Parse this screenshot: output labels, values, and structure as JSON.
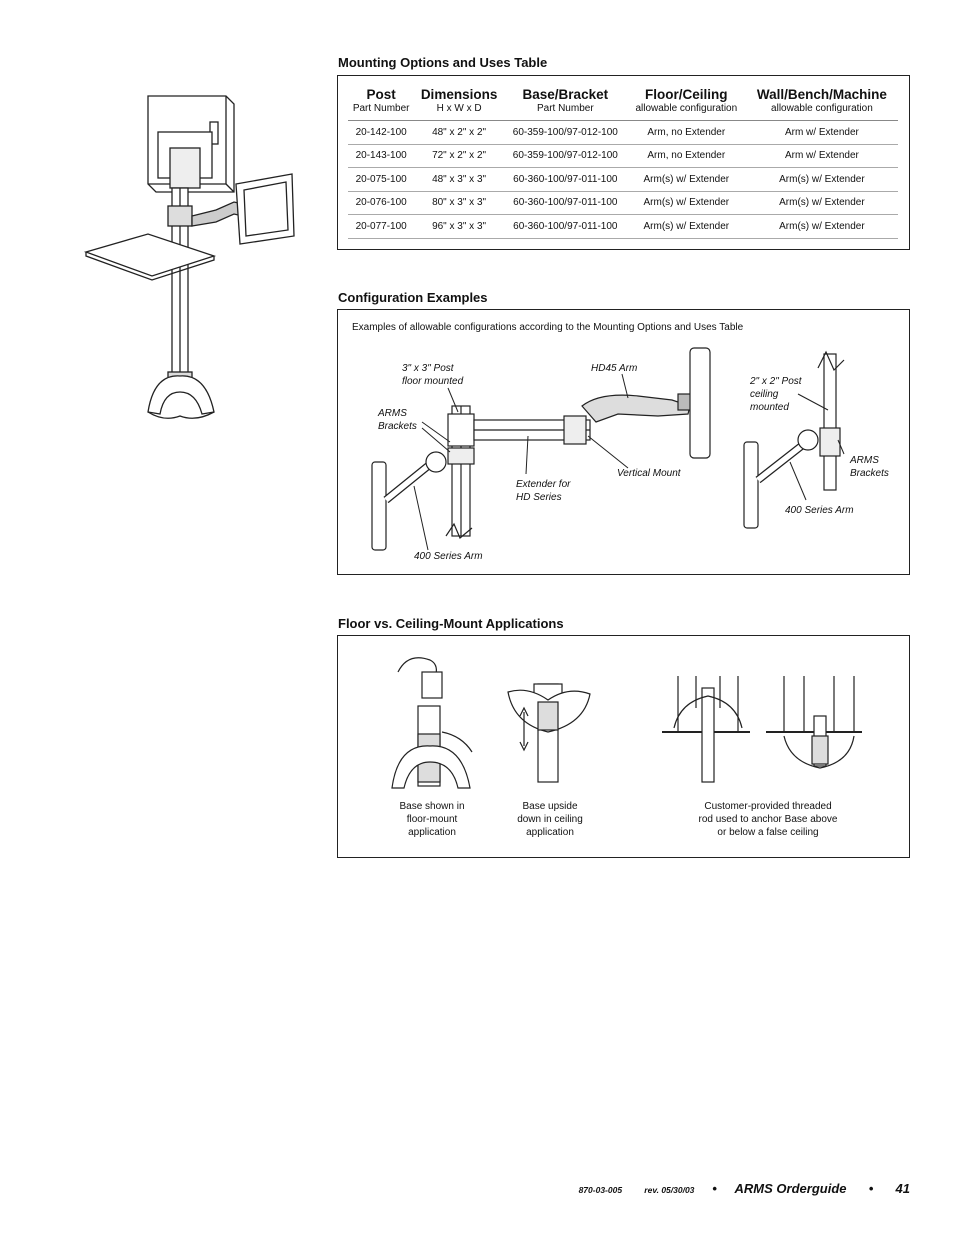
{
  "mounting_table": {
    "title": "Mounting Options and Uses Table",
    "columns": [
      {
        "label": "Post",
        "sub": "Part Number"
      },
      {
        "label": "Dimensions",
        "sub": "H x W x D"
      },
      {
        "label": "Base/Bracket",
        "sub": "Part Number"
      },
      {
        "label": "Floor/Ceiling",
        "sub": "allowable configuration"
      },
      {
        "label": "Wall/Bench/Machine",
        "sub": "allowable configuration"
      }
    ],
    "rows": [
      [
        "20-142-100",
        "48\" x 2\" x 2\"",
        "60-359-100/97-012-100",
        "Arm, no Extender",
        "Arm w/ Extender"
      ],
      [
        "20-143-100",
        "72\" x 2\" x 2\"",
        "60-359-100/97-012-100",
        "Arm, no Extender",
        "Arm w/ Extender"
      ],
      [
        "20-075-100",
        "48\" x 3\" x 3\"",
        "60-360-100/97-011-100",
        "Arm(s) w/ Extender",
        "Arm(s) w/ Extender"
      ],
      [
        "20-076-100",
        "80\" x 3\" x 3\"",
        "60-360-100/97-011-100",
        "Arm(s) w/ Extender",
        "Arm(s) w/ Extender"
      ],
      [
        "20-077-100",
        "96\" x 3\" x 3\"",
        "60-360-100/97-011-100",
        "Arm(s) w/ Extender",
        "Arm(s) w/ Extender"
      ]
    ]
  },
  "config_examples": {
    "title": "Configuration Examples",
    "intro": "Examples of allowable configurations according to the Mounting Options and Uses Table",
    "labels": {
      "post_3x3": "3\" x 3\" Post\nfloor mounted",
      "hd45": "HD45 Arm",
      "post_2x2": "2\" x 2\" Post\nceiling\nmounted",
      "arms_brackets_left": "ARMS\nBrackets",
      "arms_brackets_right": "ARMS\nBrackets",
      "vertical_mount": "Vertical Mount",
      "extender": "Extender for\nHD Series",
      "arm400_right": "400 Series Arm",
      "arm400_left": "400 Series Arm"
    }
  },
  "floor_ceiling": {
    "title": "Floor vs. Ceiling-Mount Applications",
    "captions": {
      "floor": "Base shown in\nfloor-mount\napplication",
      "ceiling": "Base upside\ndown in ceiling\napplication",
      "threaded": "Customer-provided threaded\nrod used to anchor Base above\nor below a false ceiling"
    }
  },
  "footer": {
    "doc_number": "870-03-005",
    "revision": "rev. 05/30/03",
    "bullet": "•",
    "title": "ARMS Orderguide",
    "page": "41"
  }
}
